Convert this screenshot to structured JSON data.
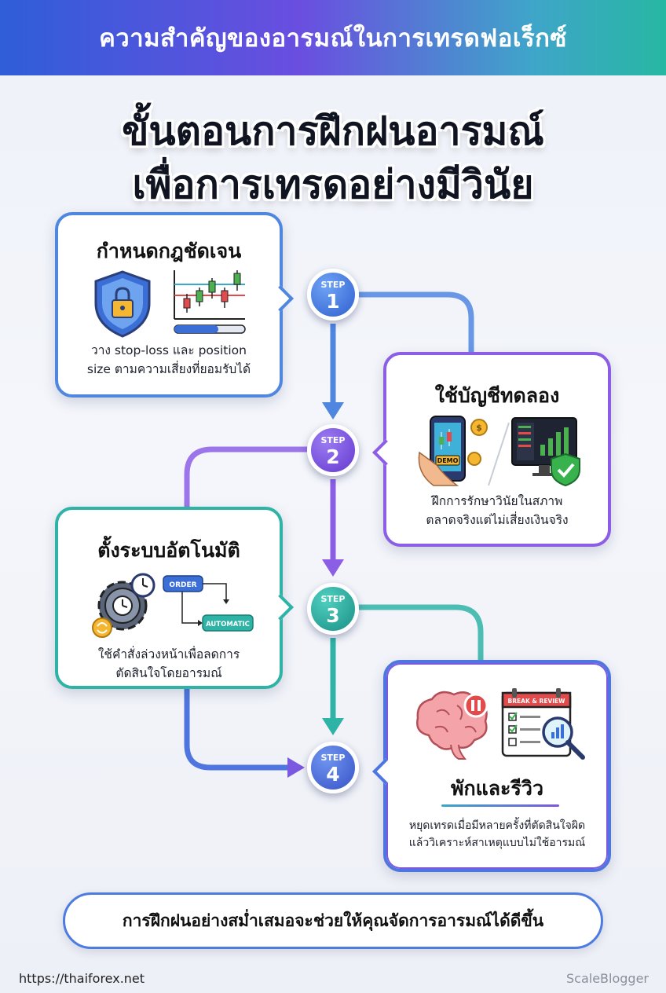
{
  "banner": {
    "title": "ความสำคัญของอารมณ์ในการเทรดฟอเร็กซ์"
  },
  "headline": {
    "line1": "ขั้นตอนการฝึกฝนอารมณ์",
    "line2": "เพื่อการเทรดอย่างมีวินัย"
  },
  "steps": [
    {
      "label": "STEP",
      "number": "1",
      "title": "กำหนดกฎชัดเจน",
      "desc_line1": "วาง stop-loss และ position",
      "desc_line2": "size ตามความเสี่ยงที่ยอมรับได้",
      "icons": [
        "shield-lock-icon",
        "candlestick-chart-icon"
      ]
    },
    {
      "label": "STEP",
      "number": "2",
      "title": "ใช้บัญชีทดลอง",
      "desc_line1": "ฝึกการรักษาวินัยในสภาพ",
      "desc_line2": "ตลาดจริงแต่ไม่เสี่ยงเงินจริง",
      "phone_label": "DEMO",
      "icons": [
        "phone-chart-icon",
        "monitor-shield-icon"
      ]
    },
    {
      "label": "STEP",
      "number": "3",
      "title": "ตั้งระบบอัตโนมัติ",
      "desc_line1": "ใช้คำสั่งล่วงหน้าเพื่อลดการ",
      "desc_line2": "ตัดสินใจโดยอารมณ์",
      "flow_order": "ORDER",
      "flow_auto": "AUTOMATIC",
      "icons": [
        "gear-clock-icon",
        "flow-icon"
      ]
    },
    {
      "label": "STEP",
      "number": "4",
      "title": "พักและรีวิว",
      "desc_line1": "หยุดเทรดเมื่อมีหลายครั้งที่ตัดสินใจผิด",
      "desc_line2": "แล้ววิเคราะห์สาเหตุแบบไม่ใช้อารมณ์",
      "calendar_label": "BREAK & REVIEW",
      "icons": [
        "brain-pause-icon",
        "calendar-review-icon"
      ]
    }
  ],
  "footer": {
    "message": "การฝึกฝนอย่างสม่ำเสมอจะช่วยให้คุณจัดการอารมณ์ได้ดีขึ้น"
  },
  "source_url": "https://thaiforex.net",
  "brand": "ScaleBlogger",
  "colors": {
    "step1": "#4f86e0",
    "step2": "#8c5ee6",
    "step3": "#2fb3a6",
    "step4": "#4f76e0"
  }
}
